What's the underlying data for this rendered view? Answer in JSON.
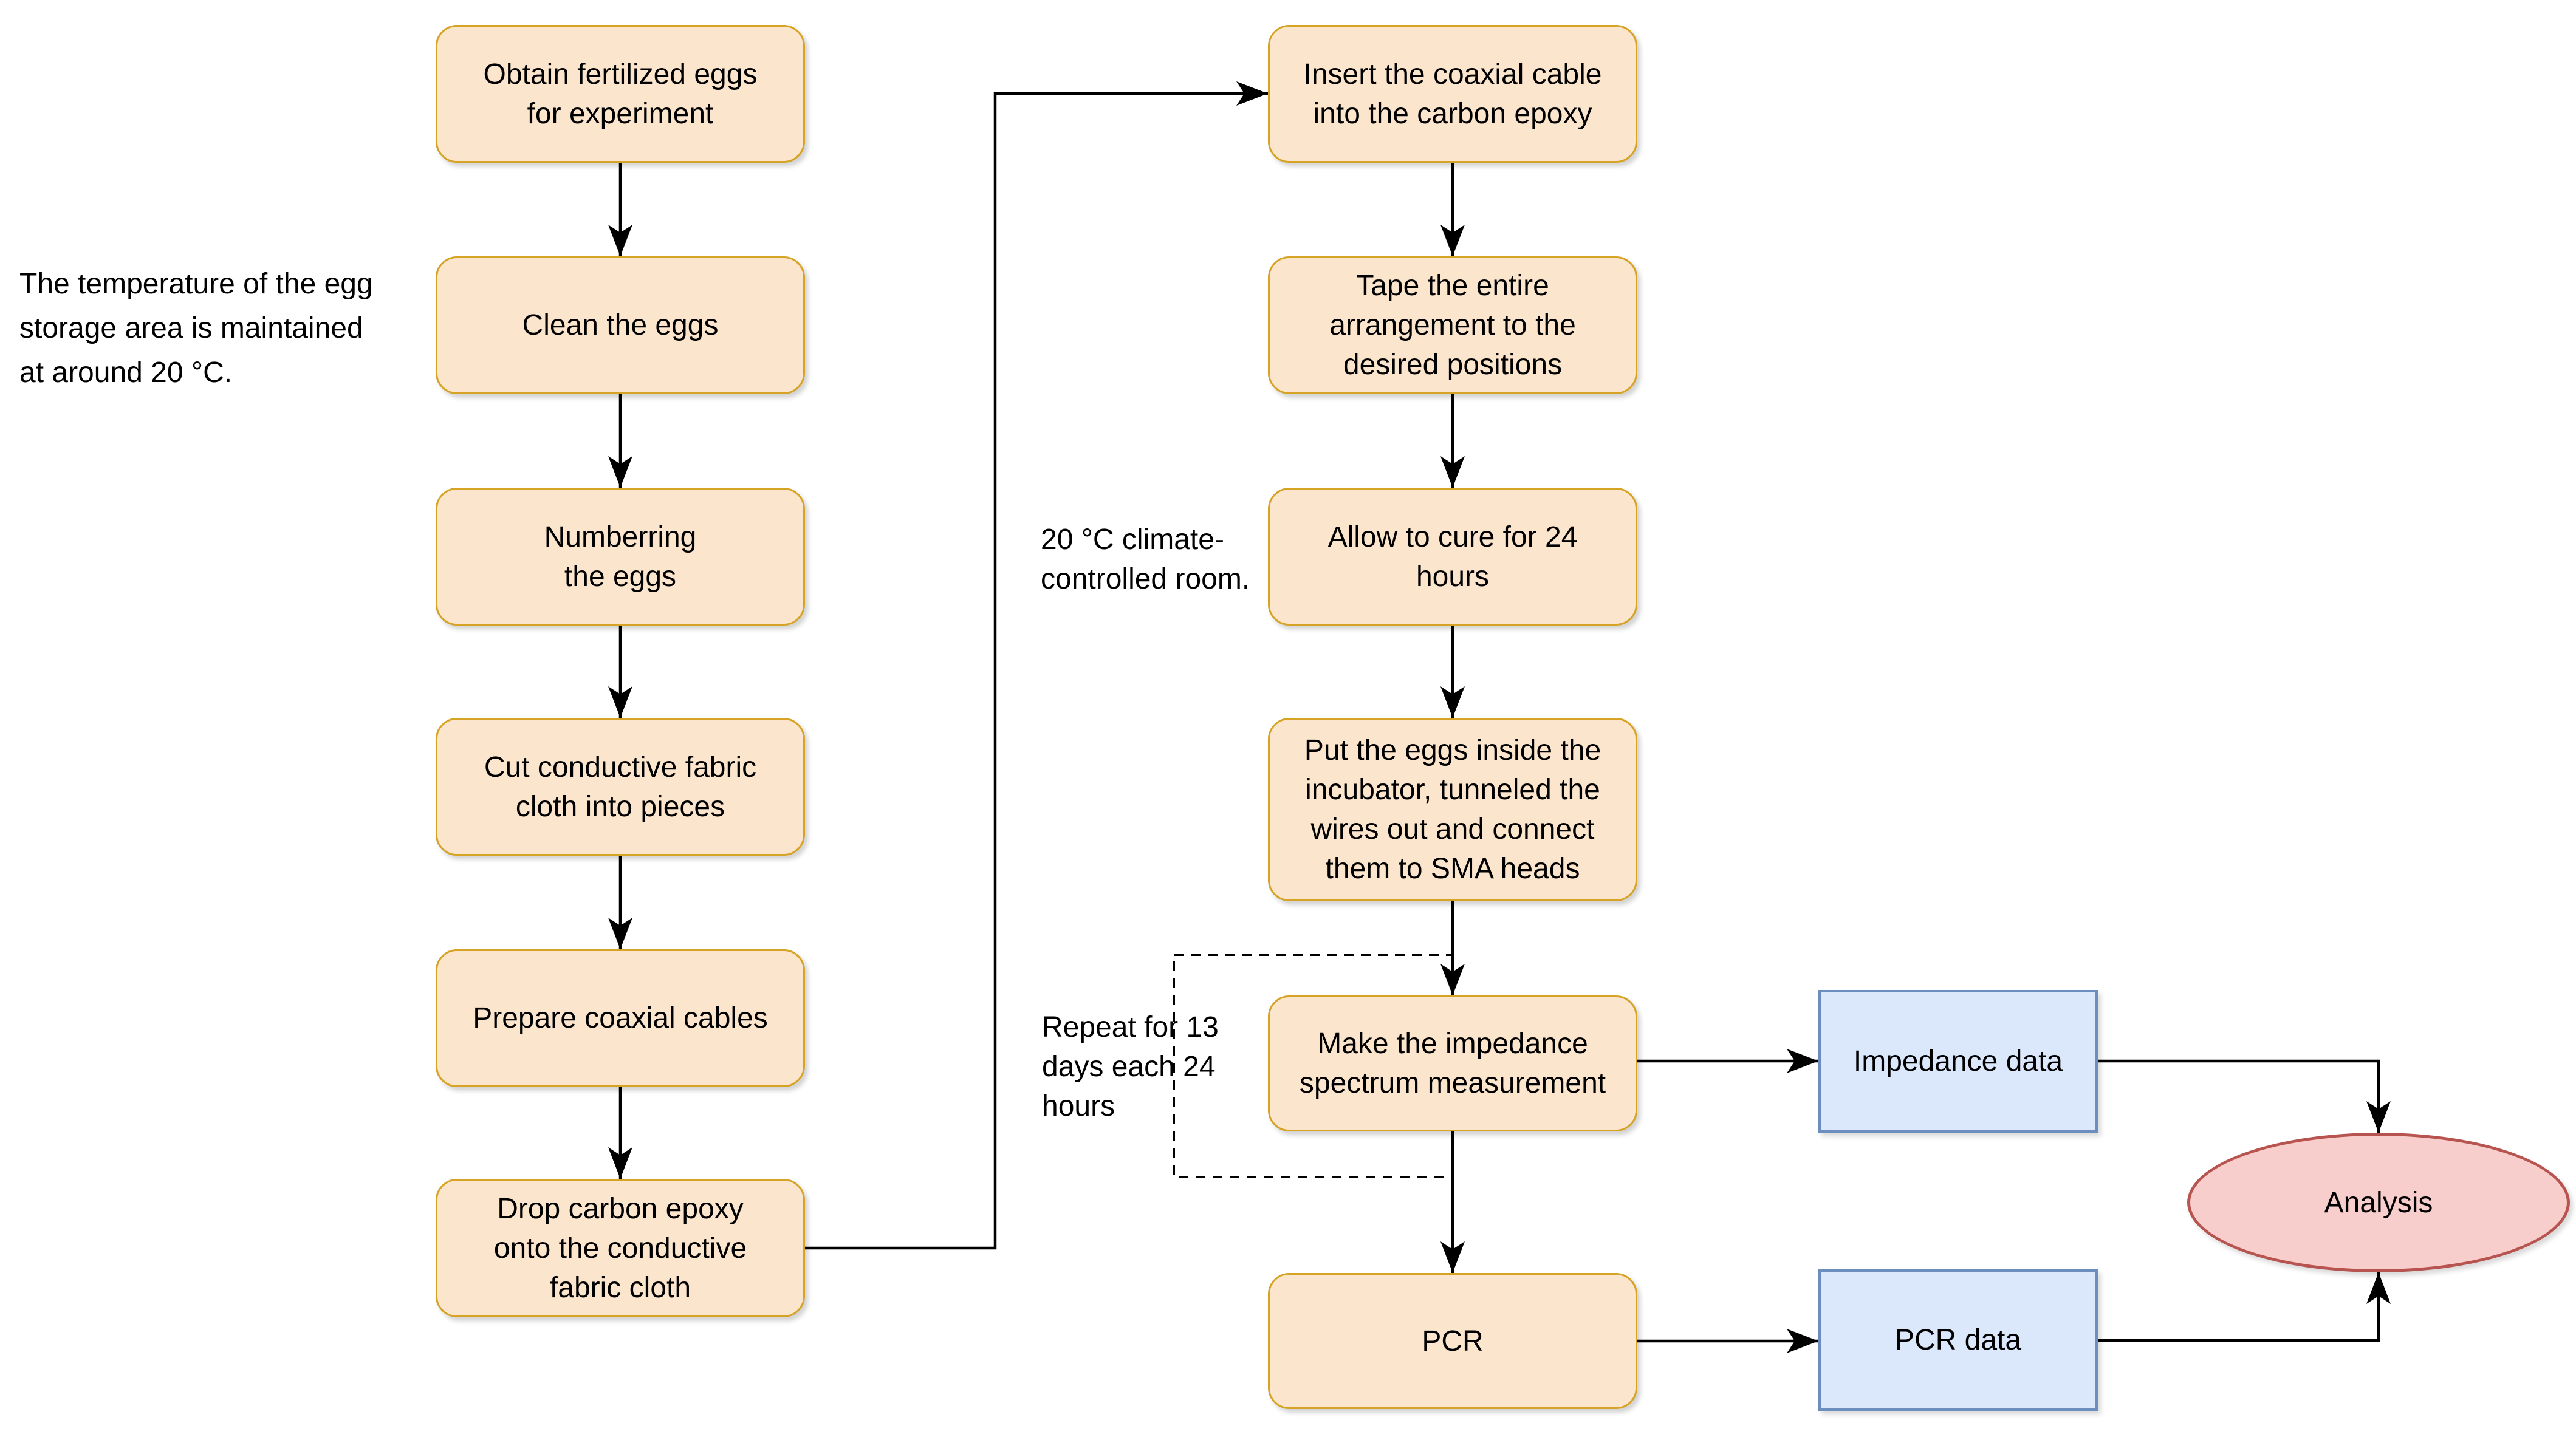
{
  "diagram": {
    "title": "Egg experiment preparation and measurement flowchart",
    "nodes": {
      "obtain": {
        "label": "Obtain fertilized eggs\nfor experiment"
      },
      "clean": {
        "label": "Clean the eggs"
      },
      "numbering": {
        "label": "Numberring\nthe eggs"
      },
      "cut": {
        "label": "Cut conductive fabric\ncloth into pieces"
      },
      "prepare": {
        "label": "Prepare coaxial cables"
      },
      "drop": {
        "label": "Drop carbon epoxy\nonto the conductive\nfabric cloth"
      },
      "insert": {
        "label": "Insert the coaxial cable\ninto the carbon epoxy"
      },
      "tape": {
        "label": "Tape the entire\narrangement to the\ndesired positions"
      },
      "cure": {
        "label": "Allow to cure for 24\nhours"
      },
      "incubate": {
        "label": "Put the eggs inside the\nincubator, tunneled the\nwires out and connect\nthem to SMA heads"
      },
      "measure": {
        "label": "Make the impedance\nspectrum measurement"
      },
      "pcr": {
        "label": "PCR"
      },
      "impedance_data": {
        "label": "Impedance data"
      },
      "pcr_data": {
        "label": "PCR data"
      },
      "analysis": {
        "label": "Analysis"
      }
    },
    "annotations": {
      "storage_note": "The temperature of the egg\nstorage area is maintained\nat around 20 °C.",
      "climate_note": "20 °C climate-\ncontrolled room.",
      "repeat_note": "Repeat for 13\ndays each 24\nhours"
    },
    "colors": {
      "process_fill": "#fce5cd",
      "process_stroke": "#d6a324",
      "data_fill": "#dbe8fc",
      "data_stroke": "#6c8ebf",
      "terminal_fill": "#f8cecc",
      "terminal_stroke": "#b85450",
      "connector": "#000000"
    }
  }
}
